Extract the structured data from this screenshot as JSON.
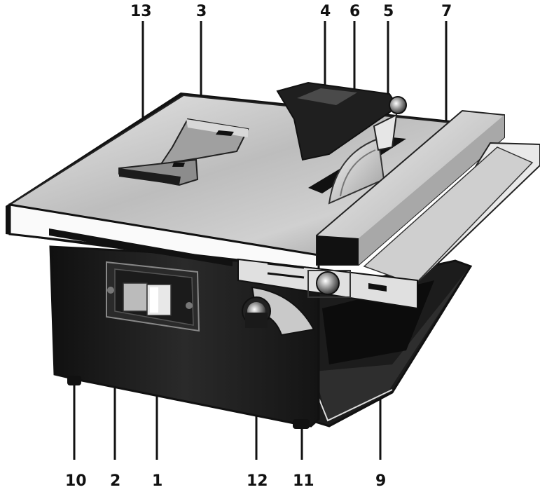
{
  "callouts": {
    "top": [
      "13",
      "3",
      "4",
      "6",
      "5",
      "7"
    ],
    "bottom": [
      "10",
      "2",
      "1",
      "12",
      "11",
      "9"
    ]
  },
  "parts": {
    "table": "13",
    "mitre_guide": "3",
    "blade_guard": "4",
    "blade": "6",
    "riving_knife": "5",
    "rip_fence": "7",
    "foot": "10",
    "housing": "2",
    "switch": "1",
    "tilt_knob": "12",
    "angle_scale": "11",
    "water_tray": "9"
  },
  "colors": {
    "ink": "#111111",
    "body_black": "#1b1b1b",
    "table_light": "#d9d9d9",
    "table_dark": "#8a8a8a",
    "paper": "#ffffff"
  }
}
